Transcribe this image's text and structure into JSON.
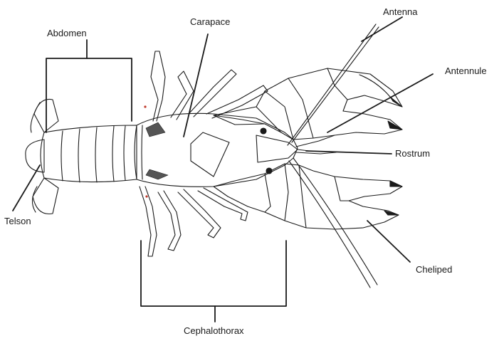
{
  "labels": {
    "abdomen": "Abdomen",
    "carapace": "Carapace",
    "antenna": "Antenna",
    "antennule": "Antennule",
    "rostrum": "Rostrum",
    "telson": "Telson",
    "cheliped": "Cheliped",
    "cephalothorax": "Cephalothorax"
  },
  "colors": {
    "line": "#1a1a1a",
    "accent_spot": "#c0392b"
  }
}
